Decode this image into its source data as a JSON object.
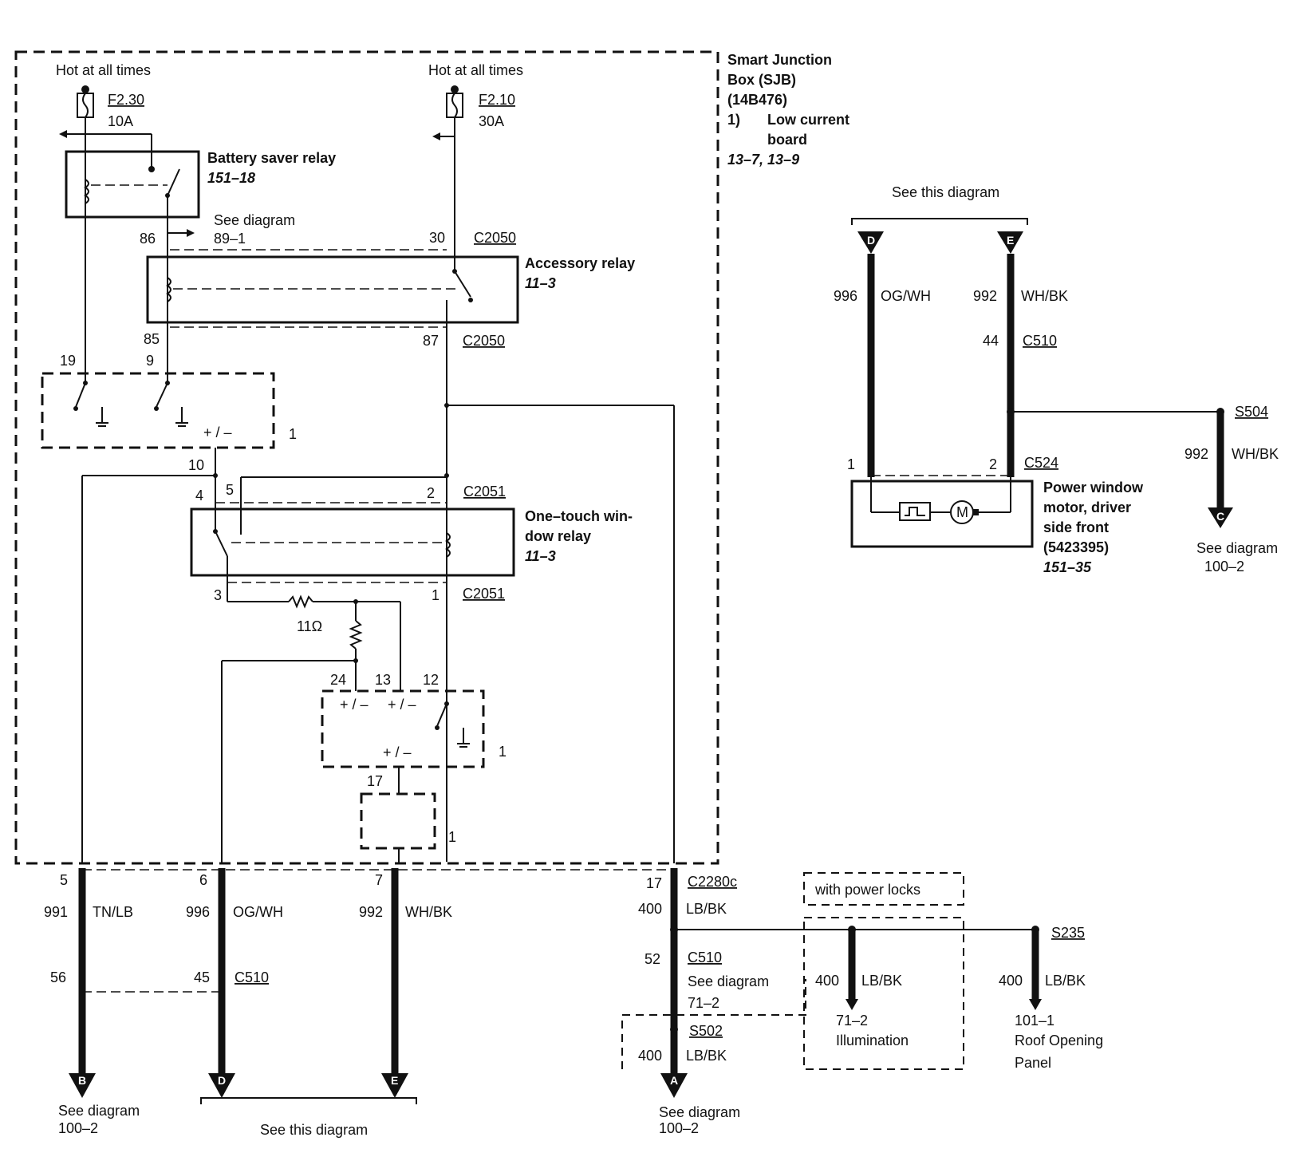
{
  "sjb": {
    "title_lines": [
      "Smart Junction",
      "Box (SJB)",
      "(14B476)"
    ],
    "item_num": "1)",
    "item_lines": [
      "Low current",
      "board"
    ],
    "ref": "13–7, 13–9"
  },
  "hot_left": "Hot at all times",
  "hot_right": "Hot at all times",
  "fuse1": {
    "name": "F2.30",
    "rating": "10A"
  },
  "fuse2": {
    "name": "F2.10",
    "rating": "30A"
  },
  "battery_saver": {
    "name": "Battery saver relay",
    "ref": "151–18"
  },
  "accessory": {
    "name": "Accessory relay",
    "ref": "11–3"
  },
  "onetouch": {
    "lines": [
      "One–touch win-",
      "dow relay"
    ],
    "ref": "11–3"
  },
  "see_diagram_891": {
    "label": "See diagram",
    "ref": "89–1"
  },
  "pins": {
    "p86": "86",
    "p30": "30",
    "p85": "85",
    "p87": "87",
    "p19": "19",
    "p9": "9",
    "p10": "10",
    "p4": "4",
    "p5": "5",
    "p2": "2",
    "p3": "3",
    "p1": "1",
    "p24": "24",
    "p13": "13",
    "p12": "12",
    "p17": "17"
  },
  "connectors": {
    "c2050a": "C2050",
    "c2050b": "C2050",
    "c2051a": "C2051",
    "c2051b": "C2051",
    "c2280c": "C2280c",
    "c510a": "C510",
    "c510b": "C510",
    "c510c": "C510",
    "c524": "C524",
    "s502": "S502",
    "s235": "S235",
    "s504": "S504"
  },
  "module_tags": {
    "m1": "1",
    "m2": "1",
    "m3": "1"
  },
  "pm": {
    "a": "+ / –",
    "b": "+ / –",
    "c": "+ / –",
    "d": "+ / –"
  },
  "resistor": "11Ω",
  "bottom": {
    "w1": {
      "pin": "5",
      "circuit": "991",
      "color": "TN/LB",
      "pin2": "56"
    },
    "w2": {
      "pin": "6",
      "circuit": "996",
      "color": "OG/WH",
      "pin2": "45"
    },
    "w3": {
      "pin": "7",
      "circuit": "992",
      "color": "WH/BK"
    },
    "w4": {
      "pin": "17",
      "circuit": "400",
      "color": "LB/BK",
      "pin2": "52"
    },
    "see_71": {
      "label": "See diagram",
      "ref": "71–2"
    },
    "s502_circuit": "400",
    "s502_color": "LB/BK",
    "power_locks": "with power locks",
    "branch1": {
      "circuit": "400",
      "color": "LB/BK",
      "ref": "71–2",
      "name": "Illumination"
    },
    "branch2": {
      "circuit": "400",
      "color": "LB/BK",
      "ref": "101–1",
      "name1": "Roof Opening",
      "name2": "Panel"
    },
    "b_label": "See diagram",
    "b_ref": "100–2",
    "a_label": "See diagram",
    "a_ref": "100–2",
    "see_this": "See this diagram"
  },
  "right": {
    "see_this": "See this diagram",
    "d_circuit": "996",
    "d_color": "OG/WH",
    "e_circuit": "992",
    "e_color": "WH/BK",
    "e_pin": "44",
    "pin_1": "1",
    "pin_2": "2",
    "s504_circuit": "992",
    "s504_color": "WH/BK",
    "motor_lines": [
      "Power window",
      "motor, driver",
      "side front",
      "(5423395)"
    ],
    "motor_ref": "151–35",
    "motor_symbol": "M",
    "c_label": "See diagram",
    "c_ref": "100–2"
  },
  "letters": {
    "B": "B",
    "D": "D",
    "E": "E",
    "A": "A",
    "D2": "D",
    "E2": "E",
    "C": "C"
  }
}
